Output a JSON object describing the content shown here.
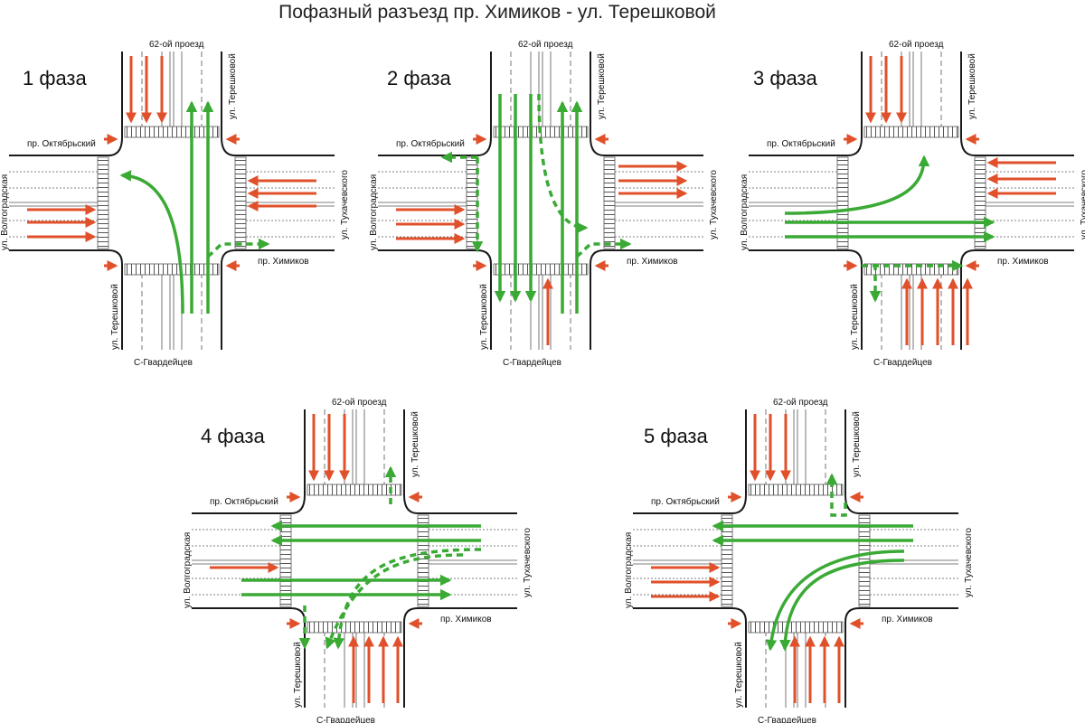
{
  "title": "Пофазный разъезд пр. Химиков - ул. Терешковой",
  "colors": {
    "road_edge": "#1a1a1a",
    "lane_line": "#555555",
    "crosswalk": "#555555",
    "stop_arrow": "#e0502a",
    "go_arrow": "#3aaa35"
  },
  "phases": [
    {
      "label": "1 фаза"
    },
    {
      "label": "2 фаза"
    },
    {
      "label": "3 фаза"
    },
    {
      "label": "4 фаза"
    },
    {
      "label": "5 фаза"
    }
  ],
  "streets": {
    "north": "62-ой проезд",
    "south": "С-Гвардейцев",
    "west_upper": "пр. Октябрьский",
    "east_lower": "пр. Химиков",
    "vertical_north": "ул. Терешковой",
    "vertical_south": "ул. Терешковой",
    "west_side": "ул. Волгоградская",
    "east_side": "ул. Тухачевского"
  }
}
